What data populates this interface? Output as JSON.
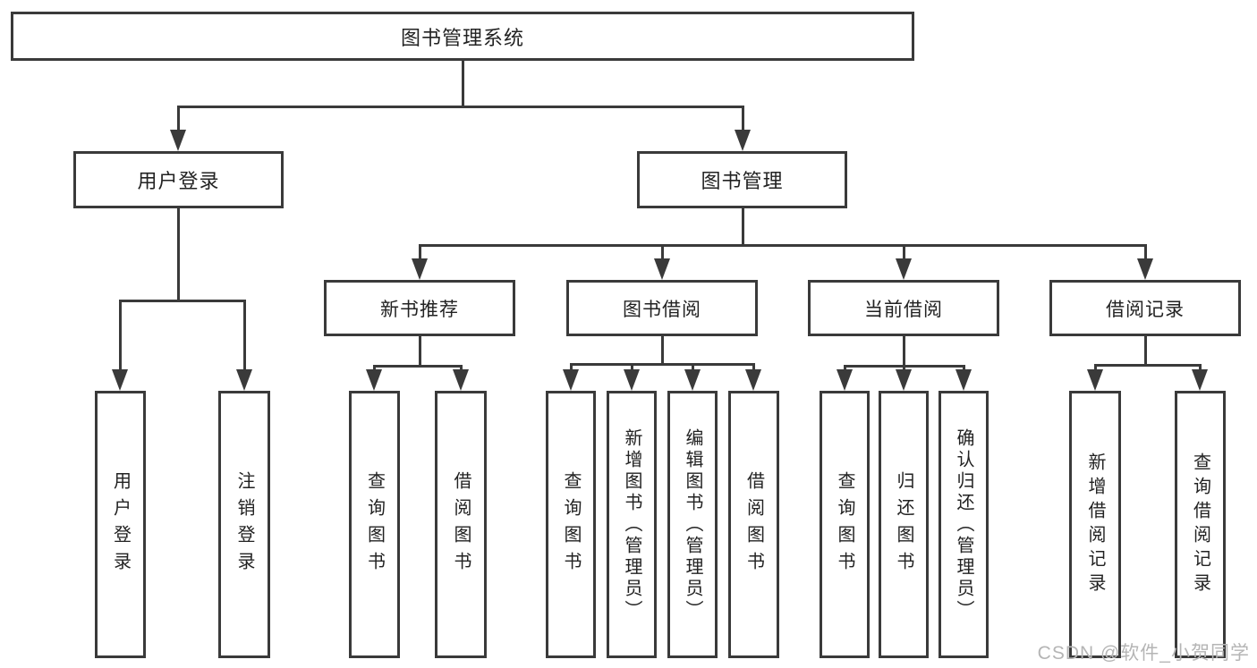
{
  "diagram": {
    "root": {
      "label": "图书管理系统"
    },
    "user_login": {
      "label": "用户登录",
      "children": {
        "login": "用户登录",
        "logout": "注销登录"
      }
    },
    "book_mgmt": {
      "label": "图书管理"
    },
    "new_book_rec": {
      "label": "新书推荐",
      "children": {
        "query": "查询图书",
        "borrow": "借阅图书"
      }
    },
    "book_borrow": {
      "label": "图书借阅",
      "children": {
        "query": "查询图书",
        "add": "新增图书（管理员）",
        "edit": "编辑图书（管理员）",
        "borrow": "借阅图书"
      }
    },
    "current_borrow": {
      "label": "当前借阅",
      "children": {
        "query": "查询图书",
        "return": "归还图书",
        "confirm": "确认归还（管理员）"
      }
    },
    "borrow_records": {
      "label": "借阅记录",
      "children": {
        "add": "新增借阅记录",
        "query": "查询借阅记录"
      }
    }
  },
  "watermark": {
    "text": "CSDN @软件_小贺同学"
  },
  "colors": {
    "line": "#3a3a3a",
    "text": "#222222",
    "watermark": "#b5b5b5",
    "background": "#ffffff"
  }
}
